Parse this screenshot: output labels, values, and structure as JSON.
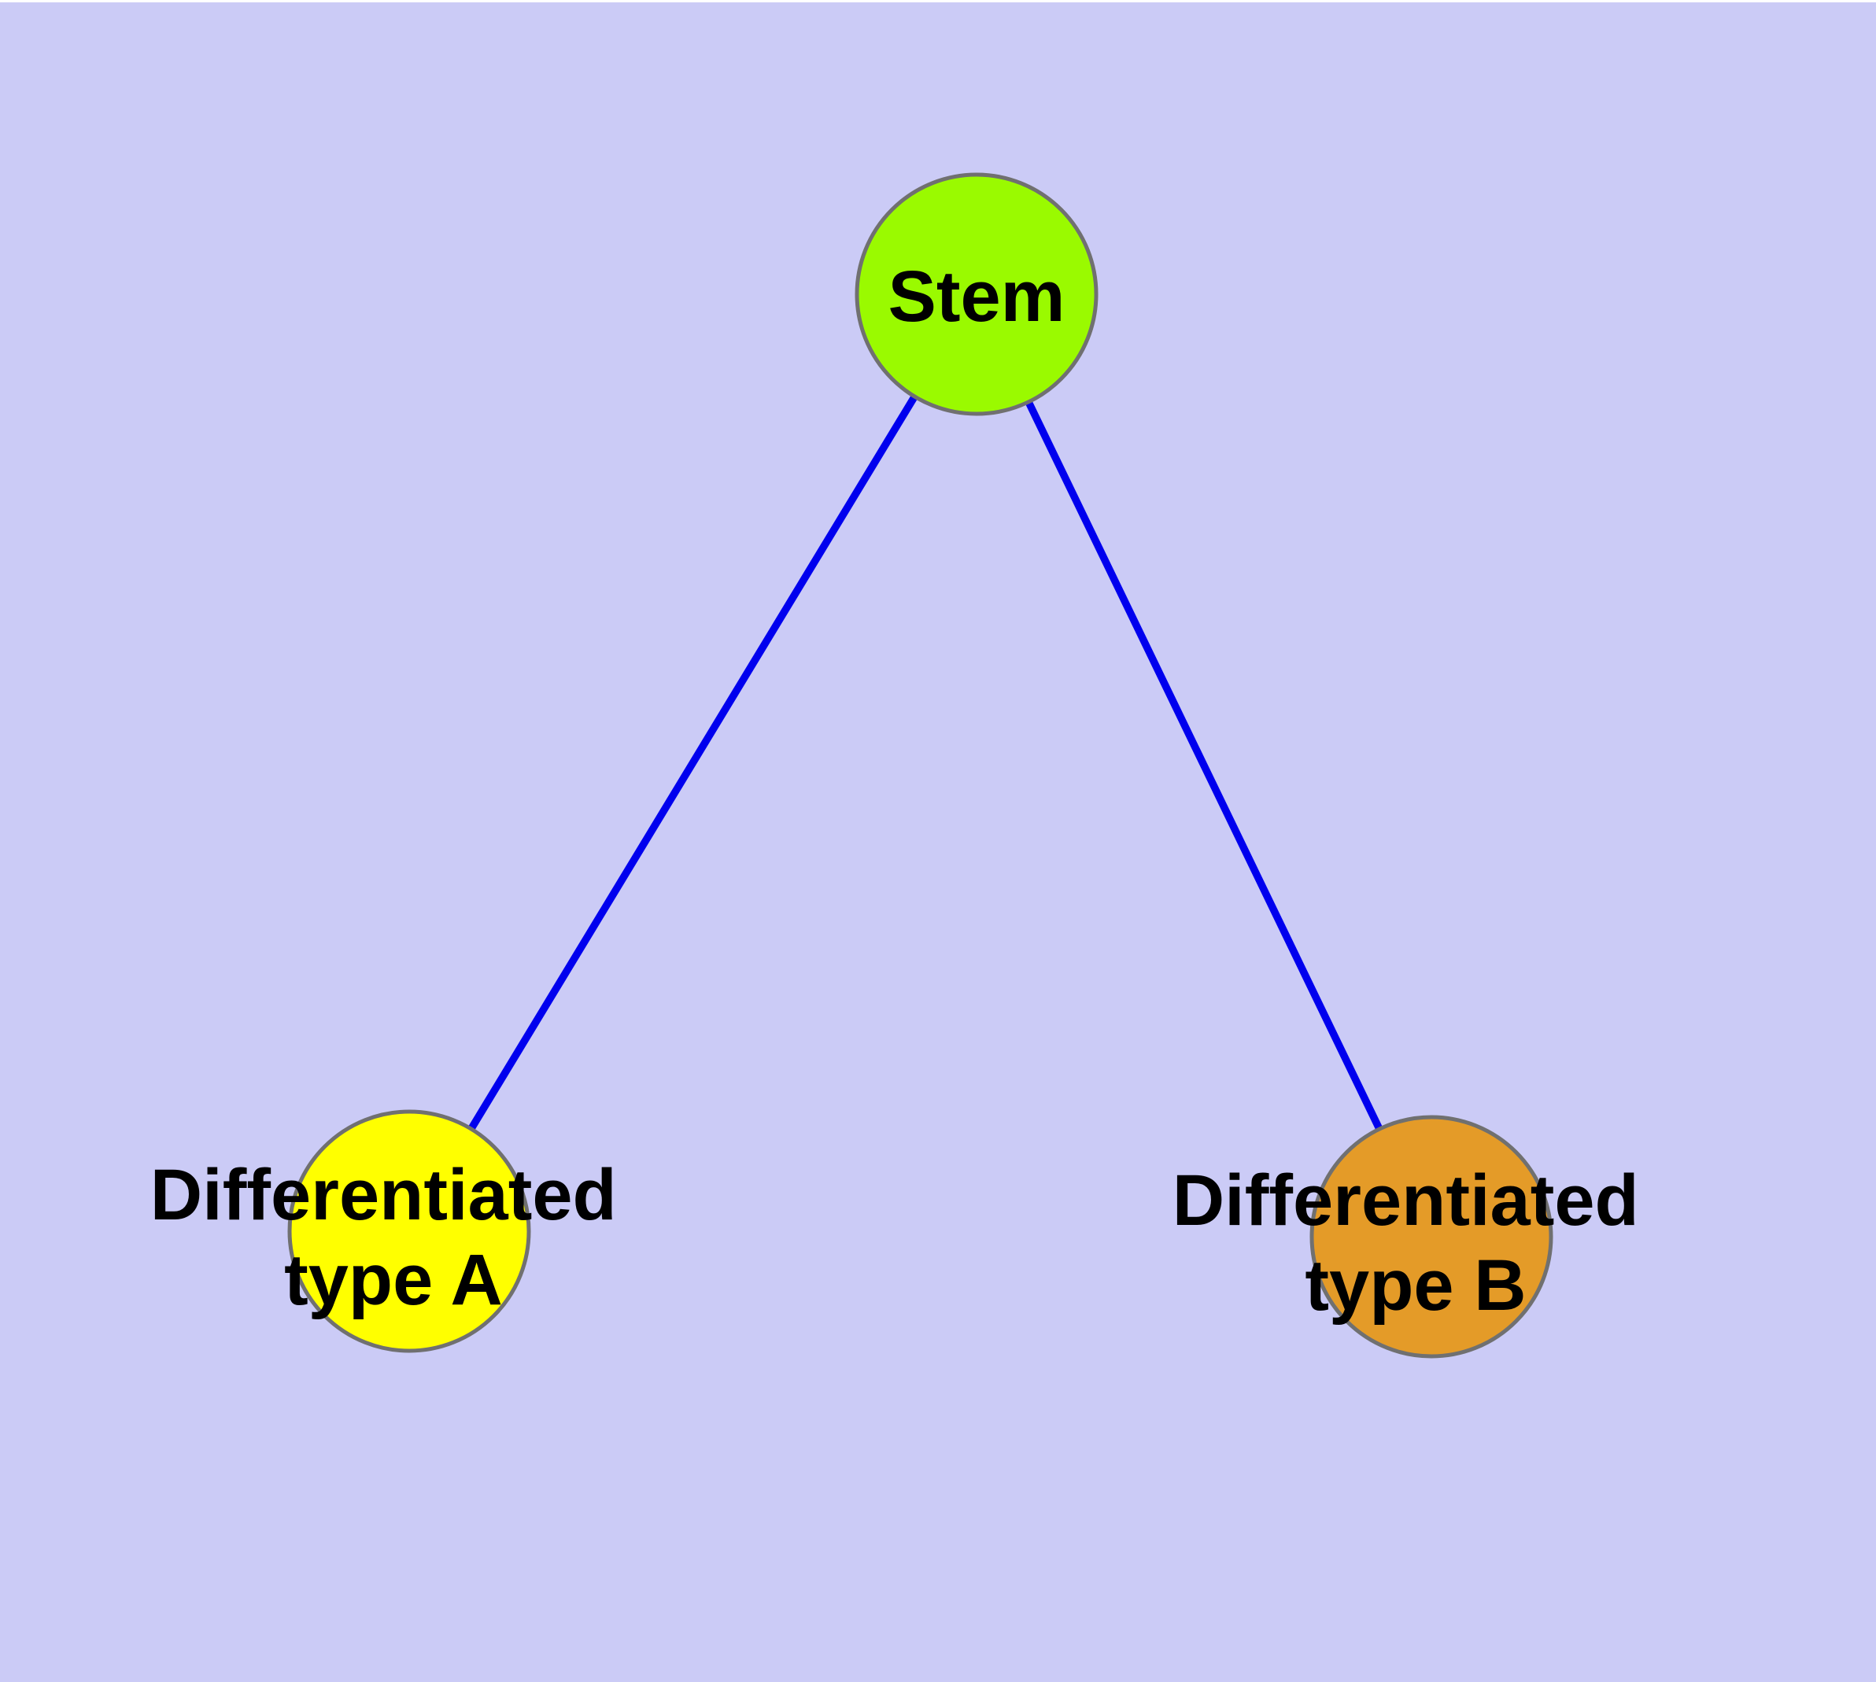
{
  "diagram": {
    "type": "graph",
    "description": "Cell differentiation tree: Stem node branching to two differentiated types"
  },
  "colors": {
    "background": "#CBCBF6",
    "top_margin": "#FFFFFF",
    "edge": "#0000EE",
    "node_border": "#707070",
    "label_text": "#000000",
    "stem_fill": "#9AFA00",
    "type_a_fill": "#FFFF00",
    "type_b_fill": "#E49B28"
  },
  "nodes": [
    {
      "id": "stem",
      "label": "Stem",
      "fill": "#9AFA00"
    },
    {
      "id": "type-a",
      "label": "Differentiated type A",
      "label_lines": [
        "Differentiated",
        "type A"
      ],
      "fill": "#FFFF00"
    },
    {
      "id": "type-b",
      "label": "Differentiated type B",
      "label_lines": [
        "Differentiated",
        "type B"
      ],
      "fill": "#E49B28"
    }
  ],
  "edges": [
    {
      "from": "Stem",
      "to": "Differentiated type A"
    },
    {
      "from": "Stem",
      "to": "Differentiated type B"
    }
  ]
}
